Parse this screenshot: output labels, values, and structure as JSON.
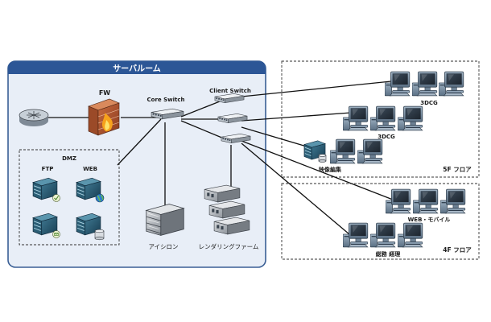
{
  "server_room": {
    "title": "サーバルーム"
  },
  "devices": {
    "fw": "FW",
    "core_switch": "Core Switch",
    "client_switch": "Client Switch",
    "isilon": "アイシロン",
    "render_farm": "レンダリングファーム"
  },
  "dmz": {
    "title": "DMZ",
    "ftp": "FTP",
    "web": "WEB"
  },
  "floor5": {
    "name": "5F フロア",
    "groups": [
      "3DCG",
      "3DCG",
      "映像編集"
    ]
  },
  "floor4": {
    "name": "4F フロア",
    "groups": [
      "WEB・モバイル",
      "総務 経理"
    ]
  },
  "colors": {
    "server_room_fill": "#e8eef7",
    "server_room_border": "#3a5f95",
    "server_room_header": "#2c5696",
    "cable": "#111111"
  }
}
